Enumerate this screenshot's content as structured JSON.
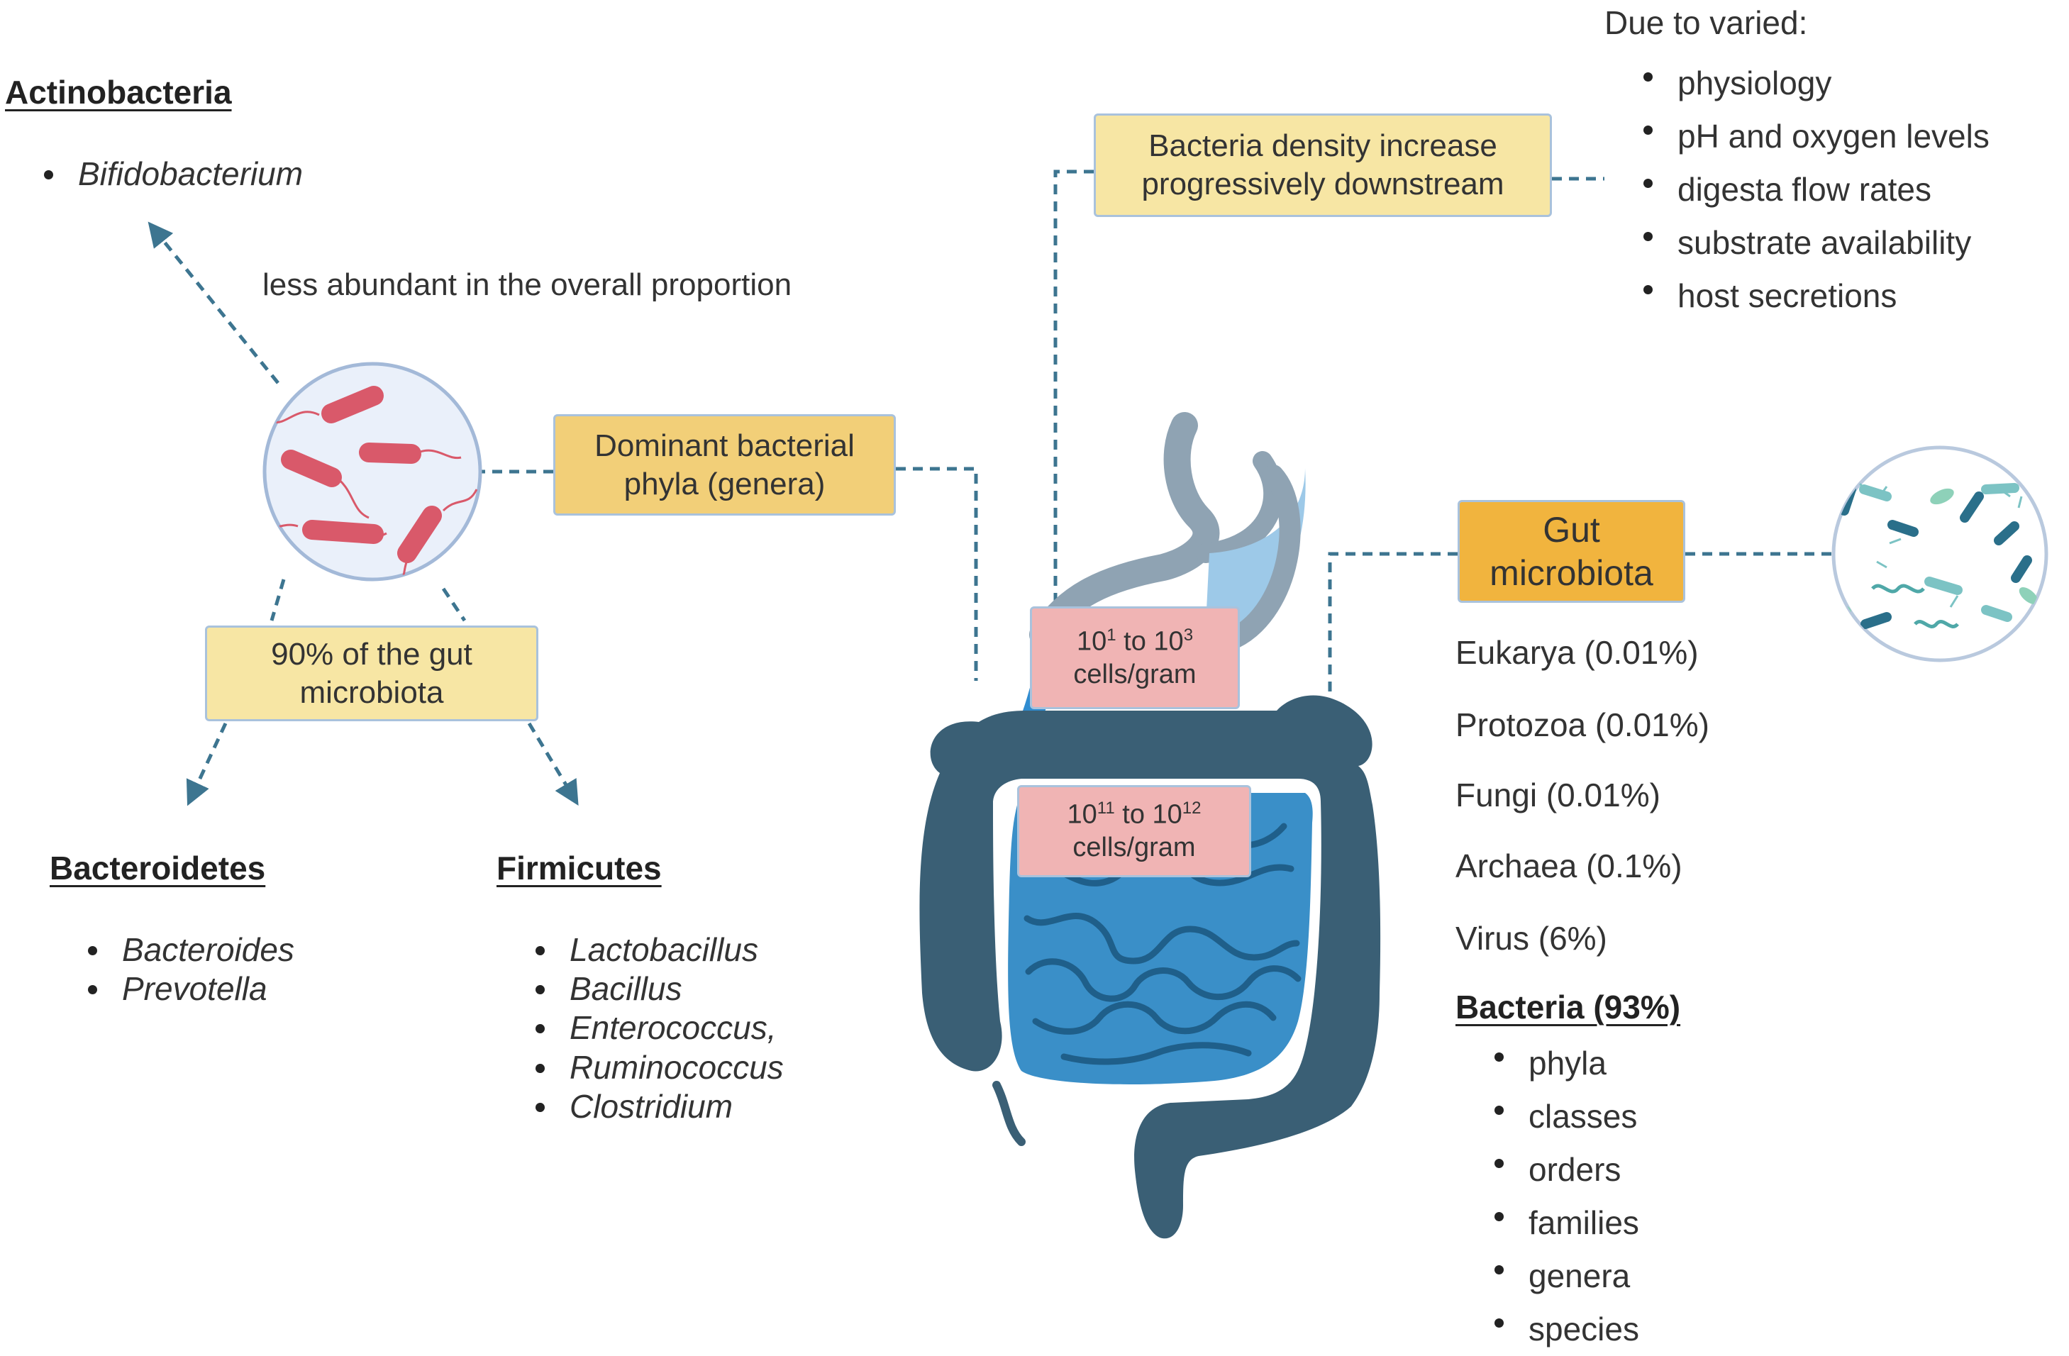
{
  "actinobacteria": {
    "heading": "Actinobacteria",
    "genera": [
      "Bifidobacterium"
    ]
  },
  "less_abundant_note": "less abundant in the overall proportion",
  "dominant_box": {
    "line1": "Dominant bacterial",
    "line2": "phyla (genera)"
  },
  "ninety_box": {
    "line1": "90% of the gut",
    "line2": "microbiota"
  },
  "bacteroidetes": {
    "heading": "Bacteroidetes",
    "genera": [
      "Bacteroides",
      "Prevotella"
    ]
  },
  "firmicutes": {
    "heading": "Firmicutes",
    "genera": [
      "Lactobacillus",
      "Bacillus",
      "Enterococcus,",
      "Ruminococcus",
      "Clostridium"
    ]
  },
  "density_box": {
    "line1": "Bacteria density increase",
    "line2": "progressively downstream"
  },
  "due_to": {
    "heading": "Due to varied:",
    "items": [
      "physiology",
      "pH and oxygen levels",
      "digesta flow rates",
      "substrate availability",
      "host secretions"
    ]
  },
  "stomach_count": {
    "base1": "10",
    "exp1": "1",
    "mid": " to ",
    "base2": "10",
    "exp2": "3",
    "line2": "cells/gram"
  },
  "colon_count": {
    "base1": "10",
    "exp1": "11",
    "mid": " to ",
    "base2": "10",
    "exp2": "12",
    "line2": "cells/gram"
  },
  "gut_box": {
    "line1": "Gut",
    "line2": "microbiota"
  },
  "composition": [
    "Eukarya (0.01%)",
    "Protozoa (0.01%)",
    "Fungi (0.01%)",
    "Archaea (0.1%)",
    "Virus (6%)"
  ],
  "bacteria": {
    "heading": "Bacteria (93%)",
    "ranks": [
      "phyla",
      "classes",
      "orders",
      "families",
      "genera",
      "species"
    ]
  },
  "colors": {
    "connector": "#3d7590",
    "bacteria_rod": "#d9596a",
    "intestine_outer": "#3a5f75",
    "small_intestine": "#3a8fc8",
    "stomach_outline": "#8fa3b3",
    "stomach_fluid": "#9dc9e8"
  }
}
